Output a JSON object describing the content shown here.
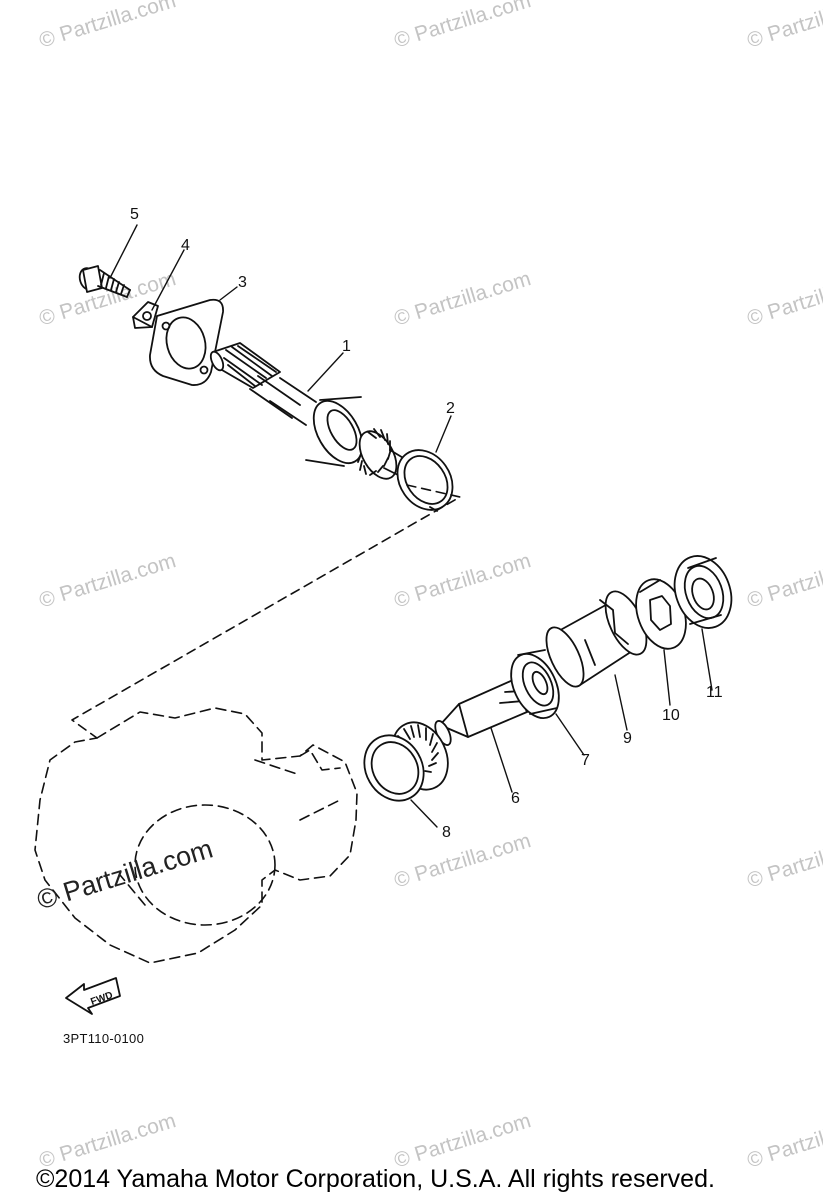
{
  "diagram": {
    "diagram_code": "3PT110-0100",
    "copyright": "©2014 Yamaha Motor Corporation, U.S.A. All rights reserved.",
    "fwd_arrow_label": "FWD",
    "watermark_text": "© Partzilla.com",
    "watermark_center_text": "© Partzilla.com",
    "callouts": [
      "1",
      "2",
      "3",
      "4",
      "5",
      "6",
      "7",
      "8",
      "9",
      "10",
      "11"
    ],
    "colors": {
      "line": "#111111",
      "watermark": "#c4c4c4",
      "background": "#ffffff"
    }
  }
}
